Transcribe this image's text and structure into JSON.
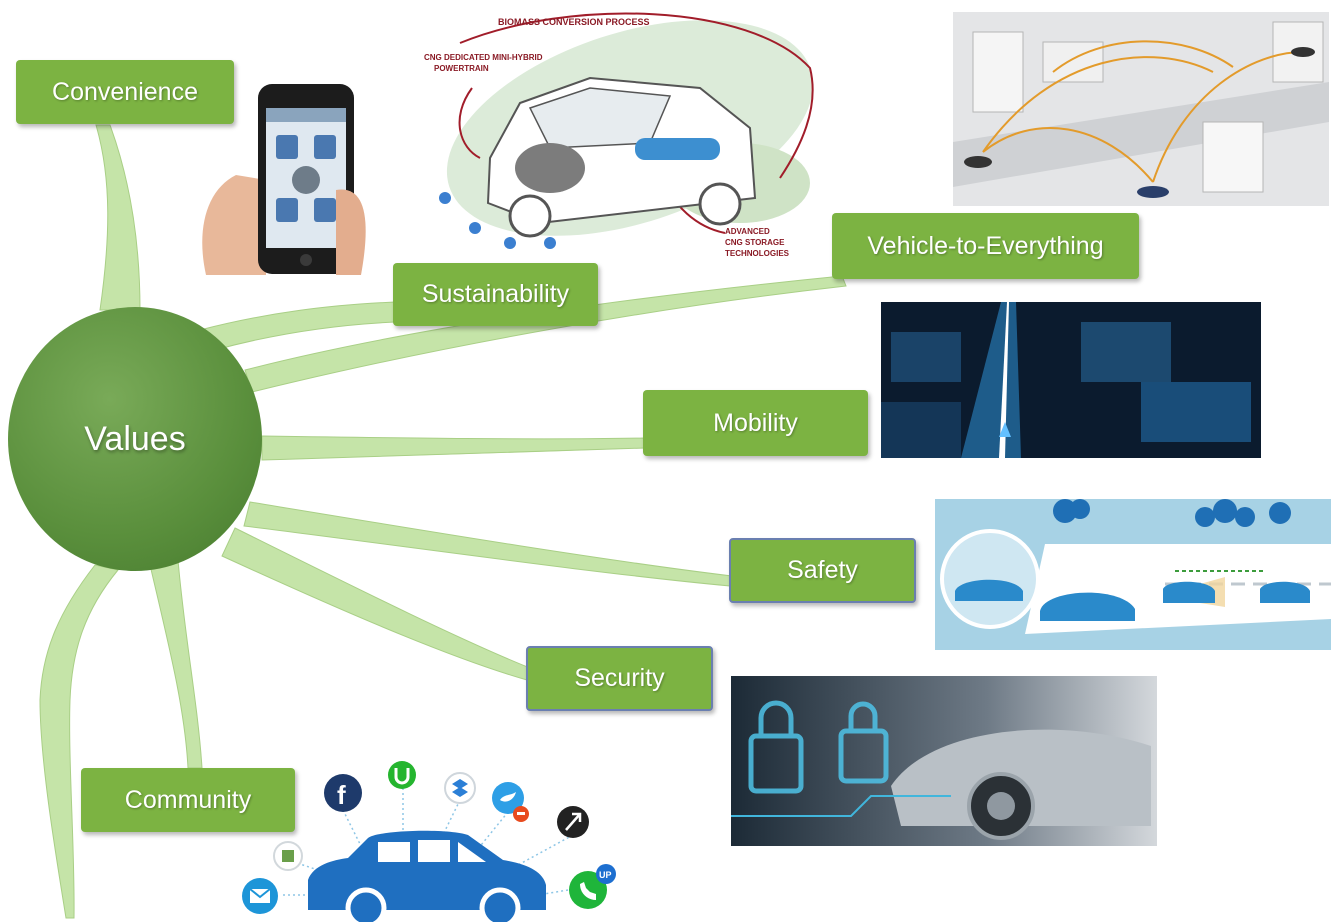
{
  "center": {
    "label": "Values"
  },
  "values": [
    {
      "key": "convenience",
      "label": "Convenience"
    },
    {
      "key": "sustainability",
      "label": "Sustainability"
    },
    {
      "key": "v2x",
      "label": "Vehicle-to-Everything"
    },
    {
      "key": "mobility",
      "label": "Mobility"
    },
    {
      "key": "safety",
      "label": "Safety"
    },
    {
      "key": "security",
      "label": "Security"
    },
    {
      "key": "community",
      "label": "Community"
    }
  ],
  "car_figure": {
    "top_label": "BIOMASS CONVERSION PROCESS",
    "left_label_1": "CNG DEDICATED MINI-HYBRID",
    "left_label_2": "POWERTRAIN",
    "right_label_1": "ADVANCED",
    "right_label_2": "CNG STORAGE",
    "right_label_3": "TECHNOLOGIES"
  },
  "community_icons": {
    "facebook": "f",
    "upcall": "UP"
  },
  "colors": {
    "box_green": "#7cb342",
    "hub_green": "#5a8f3c",
    "branch_green": "#c5e4a8",
    "car_blue": "#1f6fc0"
  },
  "icons": [
    "smartphone-icon",
    "facebook-icon",
    "magnet-icon",
    "dropbox-icon",
    "twitter-icon",
    "evernote-icon",
    "mail-icon",
    "phone-icon",
    "nav-arrow-icon"
  ]
}
